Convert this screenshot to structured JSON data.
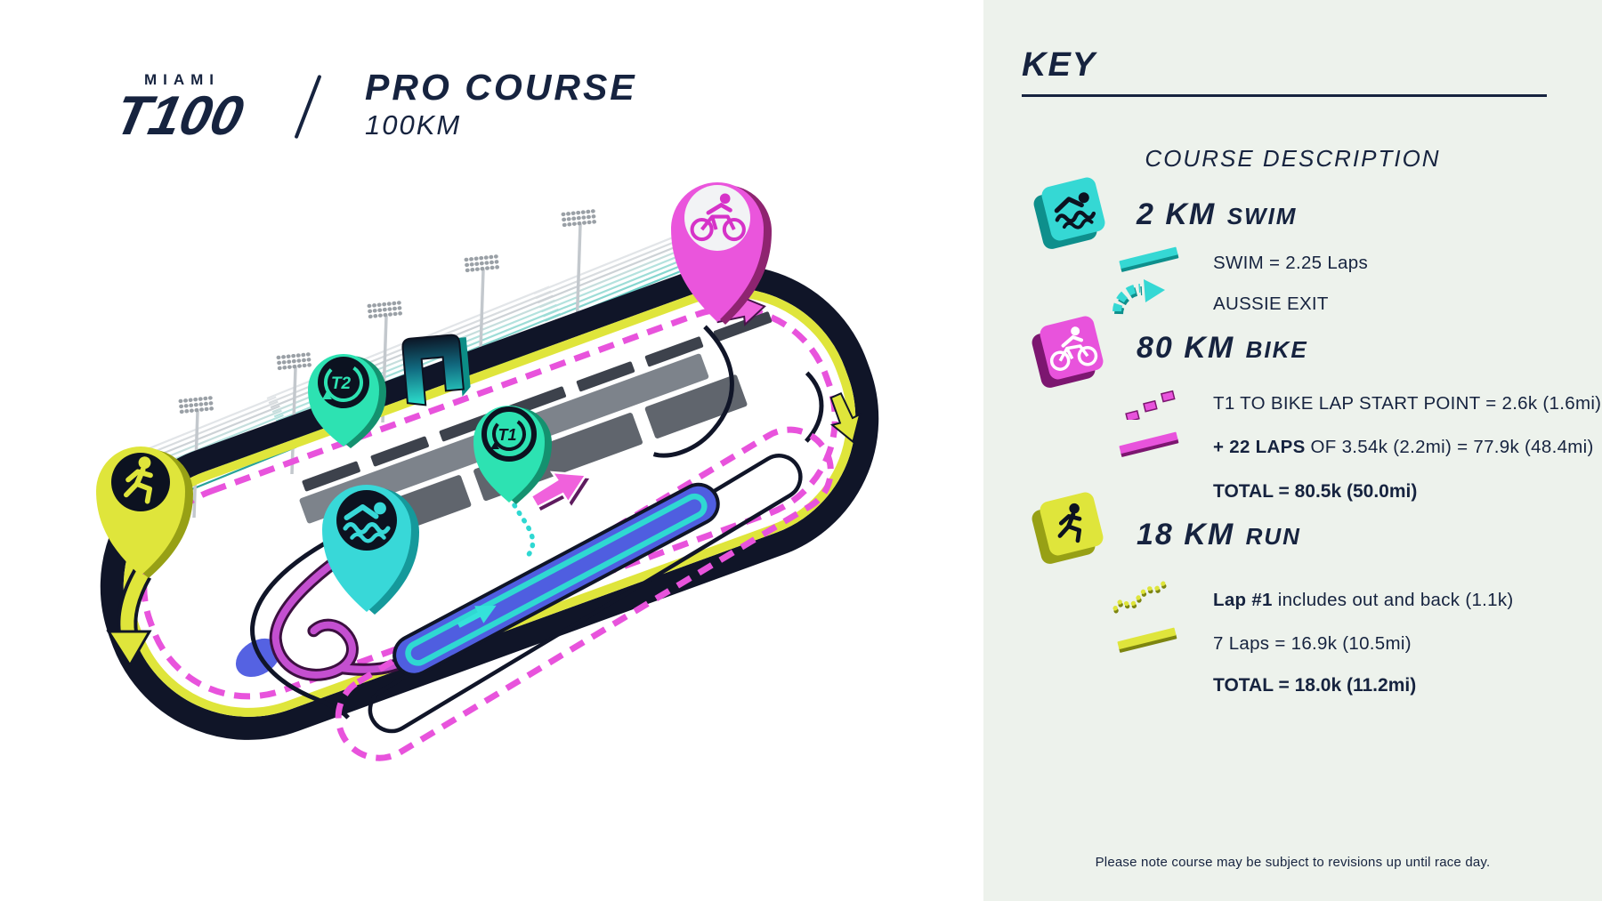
{
  "colors": {
    "navy": "#16233f",
    "cyan": "#35d8d4",
    "cyan_dark": "#0e8f8c",
    "teal": "#2de2b2",
    "teal_dark": "#14916f",
    "magenta": "#e853dc",
    "magenta_dark": "#8e2470",
    "yellow": "#dfe53b",
    "yellow_dark": "#7d8510",
    "blue": "#5562e2",
    "grey_building": "#6f757d",
    "track_black": "#101528",
    "panel_bg": "#edf2ec",
    "map_bg": "#ffffff"
  },
  "header": {
    "location": "MIAMI",
    "brand": "T100",
    "title": "PRO COURSE",
    "distance": "100KM"
  },
  "key": {
    "title": "KEY",
    "subtitle": "COURSE DESCRIPTION",
    "swim": {
      "distance": "2 KM",
      "discipline": "SWIM",
      "tile_icon": "swimmer-icon",
      "row1": {
        "swatch": "cyan-solid-line",
        "label": "SWIM = 2.25 Laps"
      },
      "row2": {
        "swatch": "cyan-curved-arrow",
        "label": "AUSSIE EXIT"
      }
    },
    "bike": {
      "distance": "80 KM",
      "discipline": "BIKE",
      "tile_icon": "cyclist-icon",
      "row1": {
        "swatch": "magenta-dotted-line",
        "label": "T1 TO BIKE LAP START POINT = 2.6k (1.6mi)"
      },
      "row2": {
        "swatch": "magenta-solid-line",
        "label_bold": "+ 22 LAPS",
        "label_rest": " OF 3.54k (2.2mi) = 77.9k (48.4mi)"
      },
      "total": "TOTAL = 80.5k (50.0mi)"
    },
    "run": {
      "distance": "18 KM",
      "discipline": "RUN",
      "tile_icon": "runner-icon",
      "row1": {
        "swatch": "yellow-dotted-wave",
        "label_bold": "Lap #1",
        "label_rest": " includes out and back (1.1k)"
      },
      "row2": {
        "swatch": "yellow-solid-line",
        "label": "7 Laps = 16.9k (10.5mi)"
      },
      "total": "TOTAL = 18.0k (11.2mi)"
    },
    "footnote": "Please note course may be subject to revisions up until race day."
  },
  "map": {
    "markers": {
      "t1": {
        "label": "T1",
        "icon": "transition-1-pin"
      },
      "t2": {
        "label": "T2",
        "icon": "transition-2-pin"
      },
      "swim": {
        "icon": "swimmer-pin"
      },
      "bike": {
        "icon": "cyclist-pin"
      },
      "run": {
        "icon": "runner-pin"
      }
    }
  }
}
